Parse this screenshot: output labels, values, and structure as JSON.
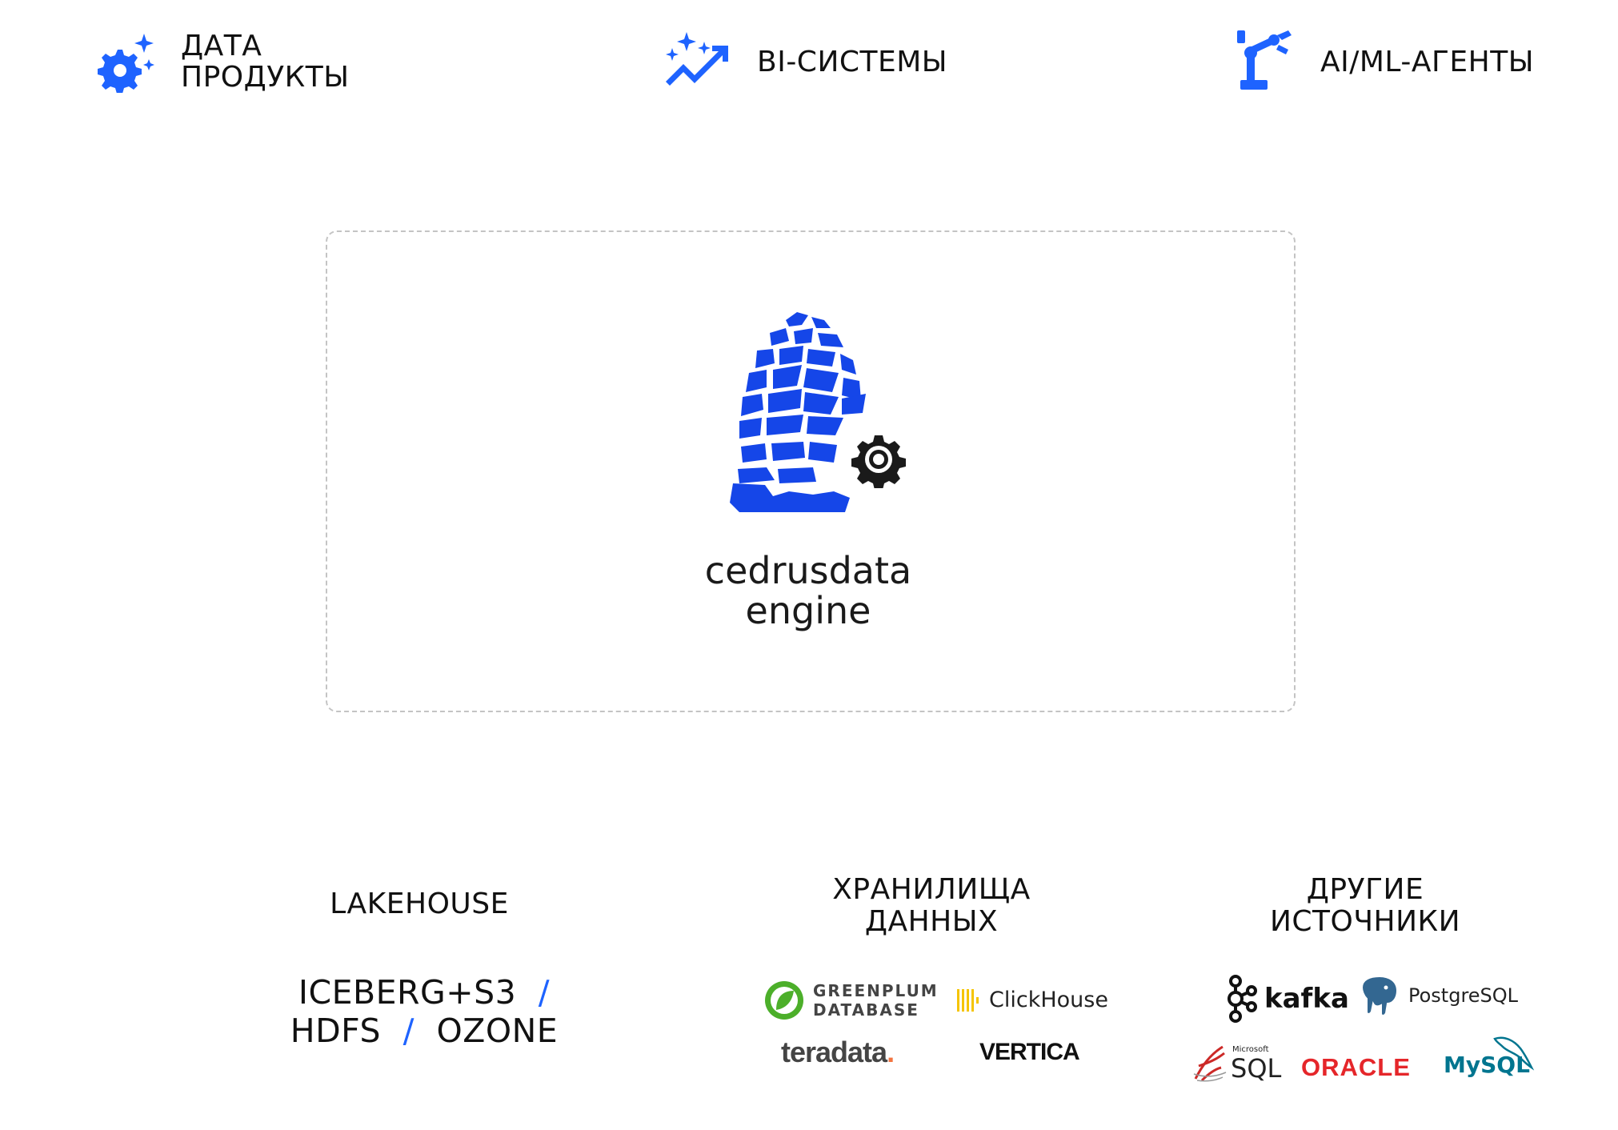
{
  "top_row": {
    "data_products": {
      "label": "ДАТА\nПРОДУКТЫ",
      "icon": "gear-sparkle-icon"
    },
    "bi_systems": {
      "label": "BI-СИСТЕМЫ",
      "icon": "chart-sparkle-icon"
    },
    "ai_agents": {
      "label": "AI/ML-АГЕНТЫ",
      "icon": "robot-arm-icon"
    }
  },
  "engine": {
    "name_line1": "cedrusdata",
    "name_line2": "engine",
    "logo_icon": "pine-cone-icon",
    "gear_icon": "gear-icon"
  },
  "lakehouse": {
    "title": "LAKEHOUSE",
    "items": [
      "ICEBERG+S3",
      "HDFS",
      "OZONE"
    ],
    "separator": "/"
  },
  "warehouses": {
    "title": "ХРАНИЛИЩА\nДАННЫХ",
    "logos": {
      "greenplum_line1": "GREENPLUM",
      "greenplum_line2": "DATABASE",
      "clickhouse": "ClickHouse",
      "teradata": "teradata",
      "vertica": "VERTICA"
    }
  },
  "other_sources": {
    "title": "ДРУГИЕ\nИСТОЧНИКИ",
    "logos": {
      "kafka": "kafka",
      "postgres": "PostgreSQL",
      "mssql_small": "Microsoft",
      "mssql": "SQL",
      "oracle": "ORACLE",
      "mysql": "MySQL"
    }
  },
  "colors": {
    "accent": "#1e63ff",
    "text": "#111111",
    "frame": "#c4c4c4",
    "greenplum": "#4caf2a",
    "clickhouse": "#f5c400",
    "teradata_dot": "#f37440",
    "oracle": "#e5262a",
    "postgres": "#336791",
    "mysql_blue": "#00758f",
    "mysql_orange": "#f29111"
  }
}
